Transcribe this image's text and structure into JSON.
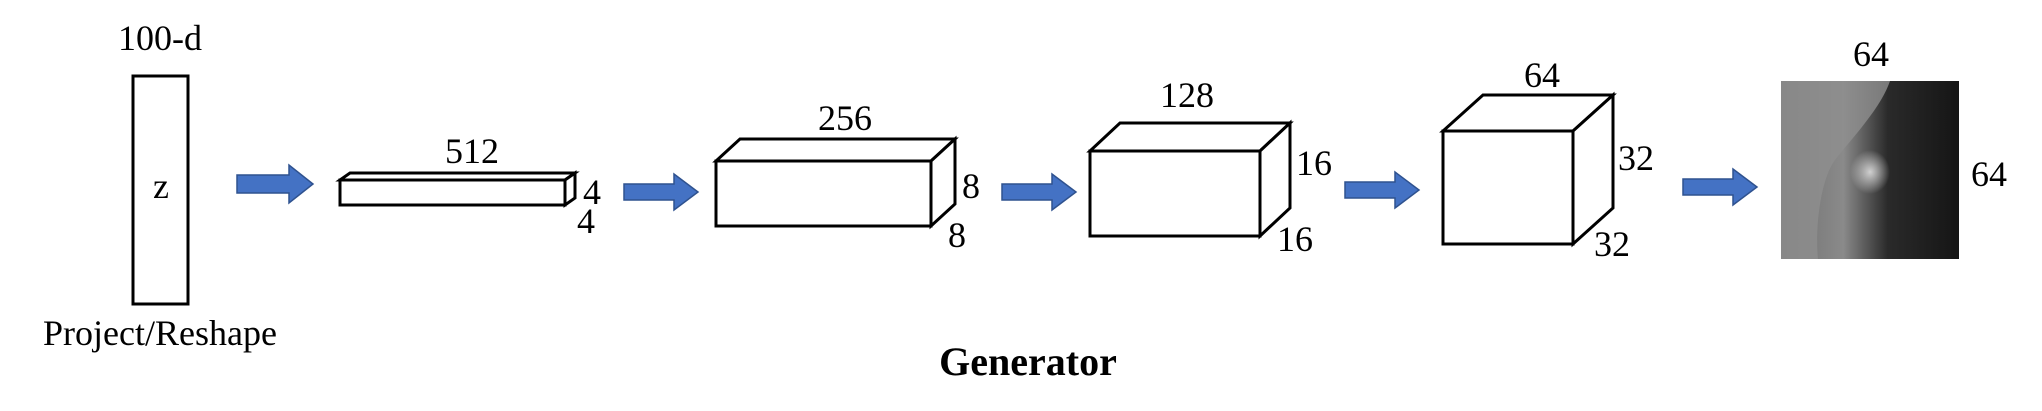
{
  "diagram": {
    "title": "Generator",
    "input": {
      "top_label": "100-d",
      "inner_label": "z",
      "bottom_label": "Project/Reshape"
    },
    "layers": [
      {
        "depth": "512",
        "height": "4",
        "width": "4"
      },
      {
        "depth": "256",
        "height": "8",
        "width": "8"
      },
      {
        "depth": "128",
        "height": "16",
        "width": "16"
      },
      {
        "depth": "64",
        "height": "32",
        "width": "32"
      }
    ],
    "output": {
      "top_label": "64",
      "side_label": "64"
    }
  },
  "colors": {
    "arrow": "#4472C4",
    "stroke": "#000000"
  }
}
